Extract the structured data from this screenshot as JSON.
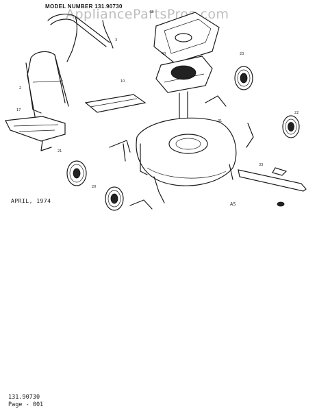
{
  "header": {
    "model_number": "MODEL NUMBER 131.90730",
    "watermark": "AppliancePartsPros.com"
  },
  "diagram": {
    "date": "APRIL, 1974",
    "section_code": "AS"
  },
  "footer": {
    "model": "131.90730",
    "page": "Page - 001"
  },
  "parts": [
    {
      "id": "p-engine",
      "label": "48"
    },
    {
      "id": "p-handle-upper",
      "label": "3"
    },
    {
      "id": "p-handle-lower",
      "label": "2"
    },
    {
      "id": "p-grass-bag",
      "label": "17"
    },
    {
      "id": "p-deck",
      "label": "31"
    },
    {
      "id": "p-wheel-rear-right",
      "label": "23"
    },
    {
      "id": "p-wheel-front-right",
      "label": "22"
    },
    {
      "id": "p-wheel-rear-left",
      "label": "21"
    },
    {
      "id": "p-wheel-front-left",
      "label": "20"
    },
    {
      "id": "p-blade",
      "label": "33"
    },
    {
      "id": "p-plate",
      "label": "10"
    },
    {
      "id": "p-pulley",
      "label": "40"
    }
  ]
}
